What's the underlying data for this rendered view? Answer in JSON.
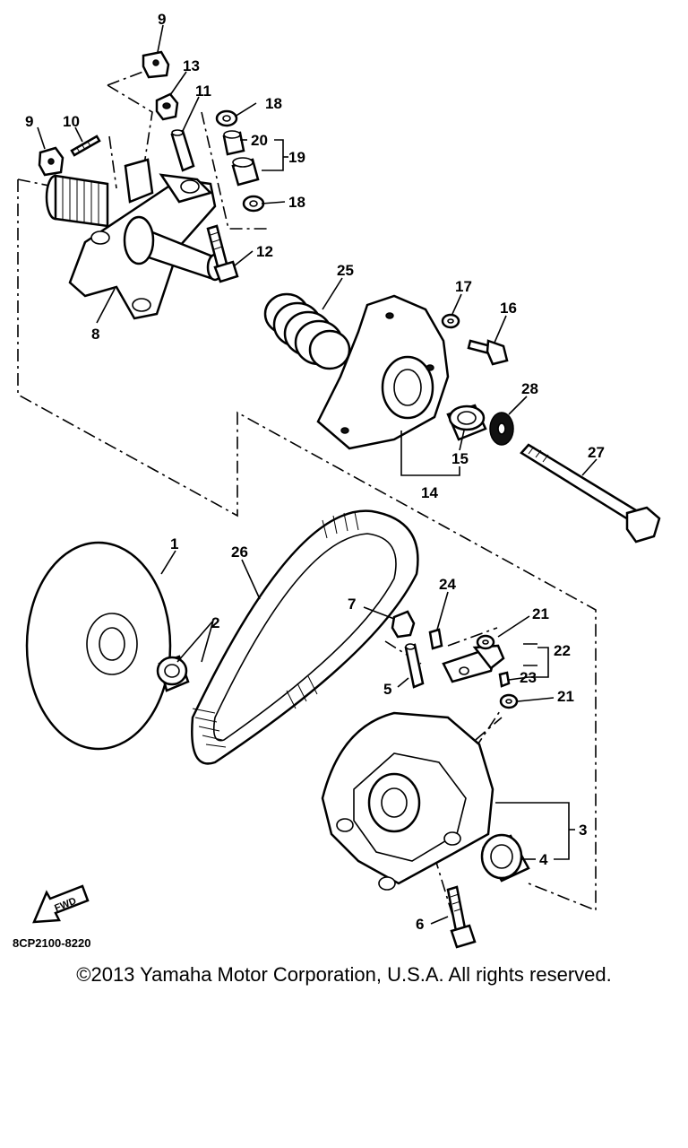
{
  "callouts": [
    {
      "id": "c9a",
      "text": "9"
    },
    {
      "id": "c13",
      "text": "13"
    },
    {
      "id": "c11",
      "text": "11"
    },
    {
      "id": "c18a",
      "text": "18"
    },
    {
      "id": "c9b",
      "text": "9"
    },
    {
      "id": "c10",
      "text": "10"
    },
    {
      "id": "c20",
      "text": "20"
    },
    {
      "id": "c19",
      "text": "19"
    },
    {
      "id": "c18b",
      "text": "18"
    },
    {
      "id": "c12",
      "text": "12"
    },
    {
      "id": "c8",
      "text": "8"
    },
    {
      "id": "c25",
      "text": "25"
    },
    {
      "id": "c17",
      "text": "17"
    },
    {
      "id": "c16",
      "text": "16"
    },
    {
      "id": "c28",
      "text": "28"
    },
    {
      "id": "c15",
      "text": "15"
    },
    {
      "id": "c14",
      "text": "14"
    },
    {
      "id": "c27",
      "text": "27"
    },
    {
      "id": "c1",
      "text": "1"
    },
    {
      "id": "c26",
      "text": "26"
    },
    {
      "id": "c24",
      "text": "24"
    },
    {
      "id": "c7",
      "text": "7"
    },
    {
      "id": "c21a",
      "text": "21"
    },
    {
      "id": "c22",
      "text": "22"
    },
    {
      "id": "c2",
      "text": "2"
    },
    {
      "id": "c5",
      "text": "5"
    },
    {
      "id": "c23",
      "text": "23"
    },
    {
      "id": "c21b",
      "text": "21"
    },
    {
      "id": "c3",
      "text": "3"
    },
    {
      "id": "c4",
      "text": "4"
    },
    {
      "id": "c6",
      "text": "6"
    }
  ],
  "fwd_label": "FWD",
  "drawing_code": "8CP2100-8220",
  "copyright": "©2013 Yamaha Motor Corporation, U.S.A. All rights reserved."
}
